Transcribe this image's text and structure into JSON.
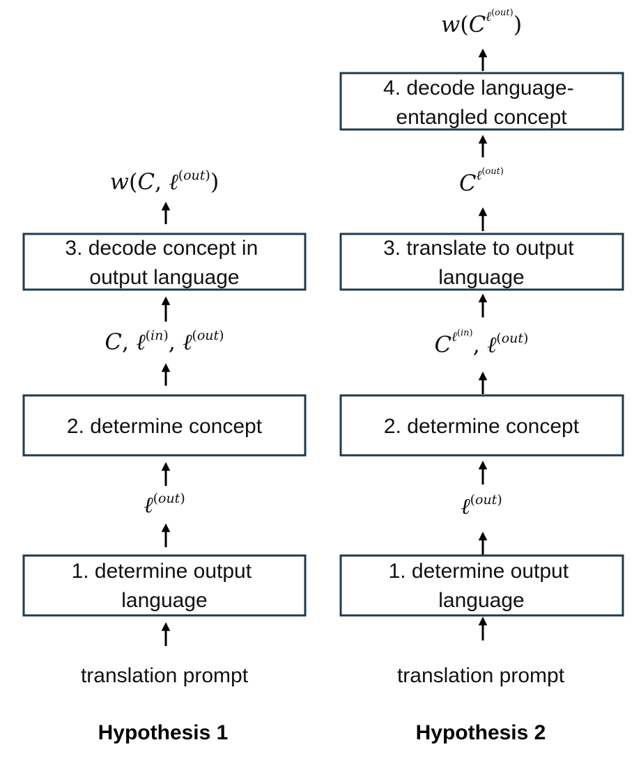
{
  "hypothesis1": {
    "title": "Hypothesis 1",
    "input": "translation prompt",
    "step1": [
      "1. determine output",
      "language"
    ],
    "step2": [
      "2. determine concept"
    ],
    "step3": [
      "3. decode concept in",
      "output language"
    ],
    "label_after_step1": "ℓ(out)",
    "label_after_step2": "C, ℓ(in), ℓ(out)",
    "label_after_step3": "w(C, ℓ(out))"
  },
  "hypothesis2": {
    "title": "Hypothesis 2",
    "input": "translation prompt",
    "step1": [
      "1. determine output",
      "language"
    ],
    "step2": [
      "2. determine concept"
    ],
    "step3": [
      "3. translate to output",
      "language"
    ],
    "step4": [
      "4. decode language-",
      "entangled concept"
    ],
    "label_after_step1": "ℓ(out)",
    "label_after_step2": "Cℓ(in), ℓ(out)",
    "label_after_step3": "Cℓ(out)",
    "label_after_step4": "w(Cℓ(out))"
  }
}
